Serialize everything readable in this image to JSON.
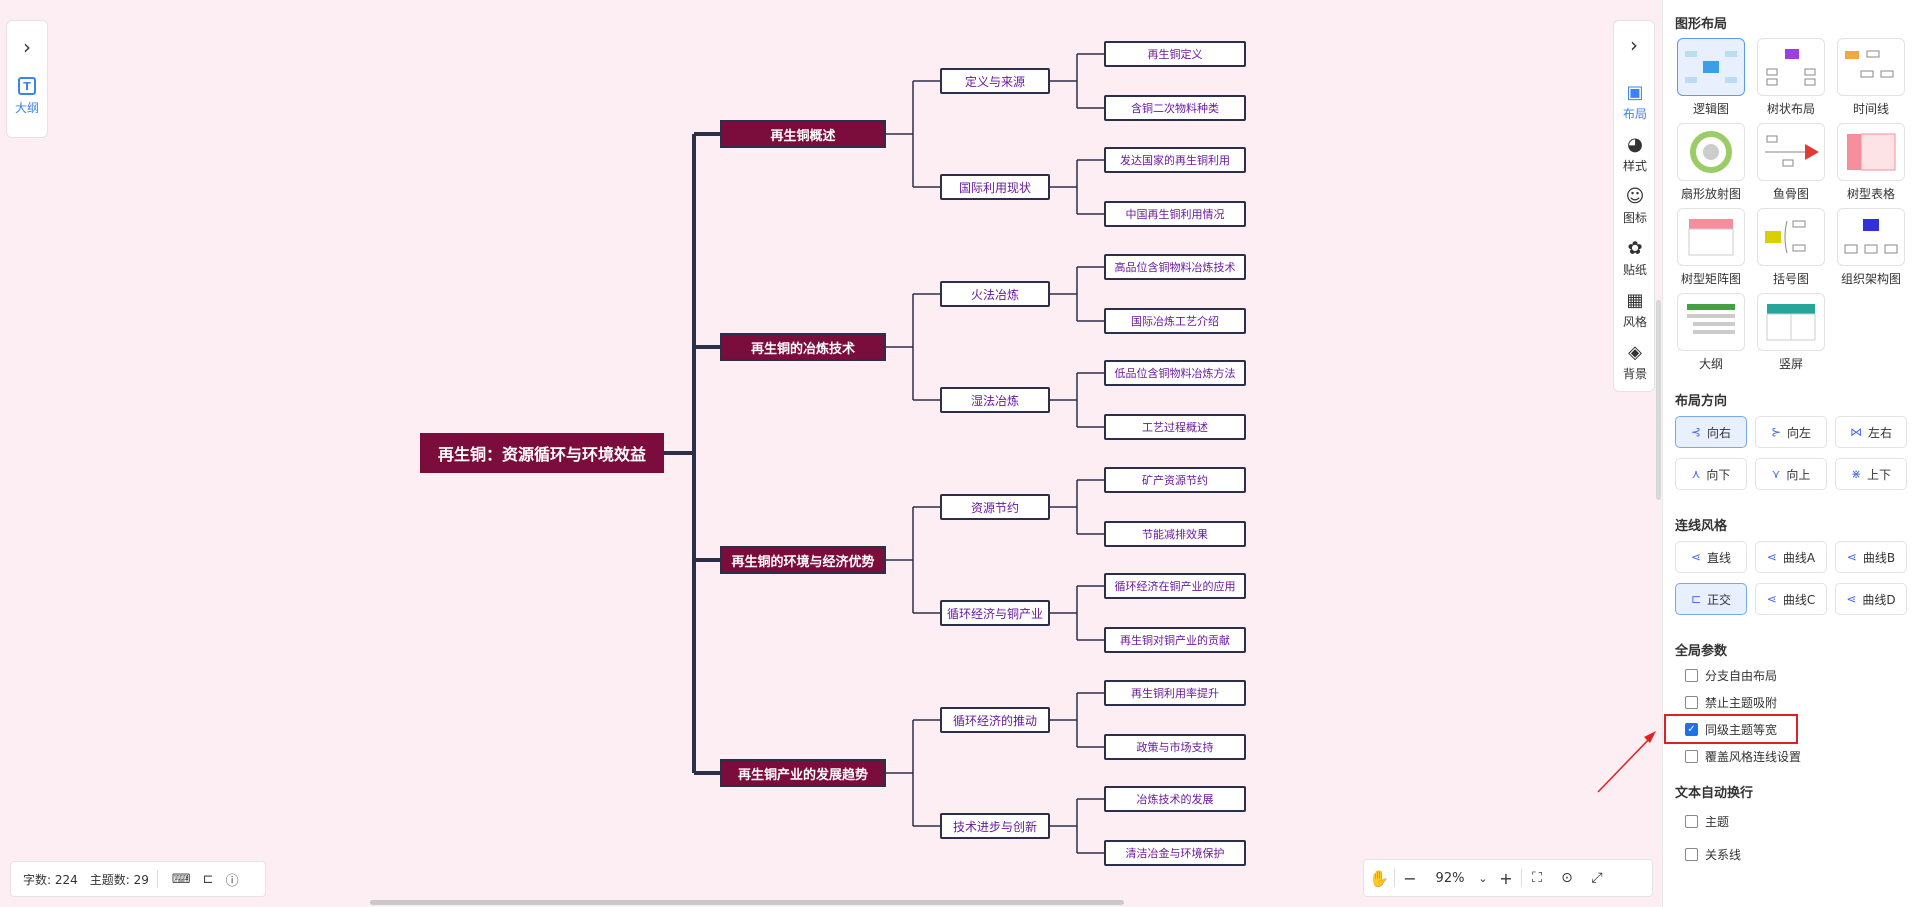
{
  "mindmap": {
    "root": "再生铜：资源循环与环境效益",
    "branches": [
      {
        "label": "再生铜概述",
        "children": [
          {
            "label": "定义与来源",
            "children": [
              "再生铜定义",
              "含铜二次物料种类"
            ]
          },
          {
            "label": "国际利用现状",
            "children": [
              "发达国家的再生铜利用",
              "中国再生铜利用情况"
            ]
          }
        ]
      },
      {
        "label": "再生铜的冶炼技术",
        "children": [
          {
            "label": "火法冶炼",
            "children": [
              "高品位含铜物料冶炼技术",
              "国际冶炼工艺介绍"
            ]
          },
          {
            "label": "湿法冶炼",
            "children": [
              "低品位含铜物料冶炼方法",
              "工艺过程概述"
            ]
          }
        ]
      },
      {
        "label": "再生铜的环境与经济优势",
        "children": [
          {
            "label": "资源节约",
            "children": [
              "矿产资源节约",
              "节能减排效果"
            ]
          },
          {
            "label": "循环经济与铜产业",
            "children": [
              "循环经济在铜产业的应用",
              "再生铜对铜产业的贡献"
            ]
          }
        ]
      },
      {
        "label": "再生铜产业的发展趋势",
        "children": [
          {
            "label": "循环经济的推动",
            "children": [
              "再生铜利用率提升",
              "政策与市场支持"
            ]
          },
          {
            "label": "技术进步与创新",
            "children": [
              "冶炼技术的发展",
              "清洁冶金与环境保护"
            ]
          }
        ]
      }
    ]
  },
  "outline_button": {
    "label": "大纲",
    "icon": "T"
  },
  "right_toolbar": [
    {
      "label": "布局",
      "icon": "layout-icon",
      "glyph": "▣",
      "active": true
    },
    {
      "label": "样式",
      "icon": "palette-icon",
      "glyph": "◕",
      "active": false
    },
    {
      "label": "图标",
      "icon": "smiley-icon",
      "glyph": "☺",
      "active": false
    },
    {
      "label": "贴纸",
      "icon": "sticker-icon",
      "glyph": "✿",
      "active": false
    },
    {
      "label": "风格",
      "icon": "grid-icon",
      "glyph": "▦",
      "active": false
    },
    {
      "label": "背景",
      "icon": "layers-icon",
      "glyph": "◈",
      "active": false
    }
  ],
  "status": {
    "word_count": "字数: 224",
    "topic_count": "主题数: 29"
  },
  "zoom": {
    "level": "92%"
  },
  "panel": {
    "layout_title": "图形布局",
    "layouts": [
      {
        "label": "逻辑图",
        "selected": true
      },
      {
        "label": "树状布局",
        "selected": false
      },
      {
        "label": "时间线",
        "selected": false
      },
      {
        "label": "扇形放射图",
        "selected": false
      },
      {
        "label": "鱼骨图",
        "selected": false
      },
      {
        "label": "树型表格",
        "selected": false
      },
      {
        "label": "树型矩阵图",
        "selected": false
      },
      {
        "label": "括号图",
        "selected": false
      },
      {
        "label": "组织架构图",
        "selected": false
      },
      {
        "label": "大纲",
        "selected": false
      },
      {
        "label": "竖屏",
        "selected": false
      }
    ],
    "direction_title": "布局方向",
    "directions": [
      {
        "label": "向右",
        "selected": true
      },
      {
        "label": "向左",
        "selected": false
      },
      {
        "label": "左右",
        "selected": false
      },
      {
        "label": "向下",
        "selected": false
      },
      {
        "label": "向上",
        "selected": false
      },
      {
        "label": "上下",
        "selected": false
      }
    ],
    "line_title": "连线风格",
    "lines": [
      {
        "label": "直线",
        "selected": false
      },
      {
        "label": "曲线A",
        "selected": false
      },
      {
        "label": "曲线B",
        "selected": false
      },
      {
        "label": "正交",
        "selected": true
      },
      {
        "label": "曲线C",
        "selected": false
      },
      {
        "label": "曲线D",
        "selected": false
      }
    ],
    "global_title": "全局参数",
    "globals": [
      {
        "label": "分支自由布局",
        "checked": false
      },
      {
        "label": "禁止主题吸附",
        "checked": false
      },
      {
        "label": "同级主题等宽",
        "checked": true
      },
      {
        "label": "覆盖风格连线设置",
        "checked": false
      }
    ],
    "wrap_title": "文本自动换行",
    "wraps": [
      {
        "label": "主题",
        "checked": false
      },
      {
        "label": "关系线",
        "checked": false
      }
    ]
  },
  "colors": {
    "accent": "#3b82f6",
    "topic_bg": "#7b0d3d",
    "line": "#2c2f4a",
    "canvas": "#fdeef3",
    "highlight": "#e02020"
  }
}
